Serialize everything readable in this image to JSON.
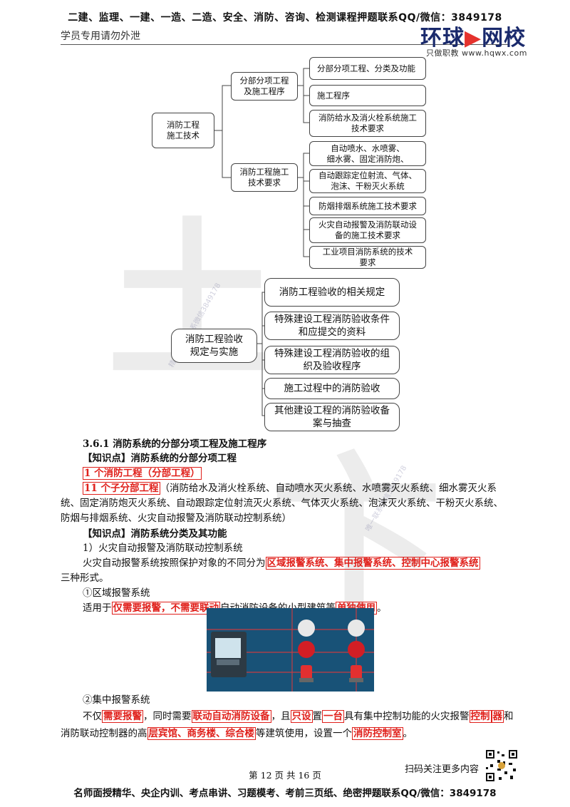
{
  "header": {
    "top_line": "二建、监理、一建、一造、二造、安全、消防、咨询、检测课程押题联系QQ/微信：3849178",
    "sub_left": "学员专用请勿外泄",
    "logo_text_a": "环球",
    "logo_text_b": "网校",
    "logo_sub": "只做职教  www.hqwx.com"
  },
  "mindmap1": {
    "root": "消防工程\n施工技术",
    "branch1": "分部分项工程\n及施工程序",
    "branch2": "消防工程施工\n技术要求",
    "leaves1": [
      "分部分项工程、分类及功能",
      "施工程序",
      "消防给水及消火栓系统施工\n技术要求"
    ],
    "leaves2": [
      "自动喷水、水喷雾、\n细水雾、固定消防炮、",
      "自动跟踪定位射流、气体、\n泡沫、干粉灭火系统",
      "防烟排烟系统施工技术要求",
      "火灾自动报警及消防联动设\n备的施工技术要求",
      "工业项目消防系统的技术\n要求"
    ]
  },
  "mindmap2": {
    "root": "消防工程验收\n规定与实施",
    "leaves": [
      "消防工程验收的相关规定",
      "特殊建设工程消防验收条件\n和应提交的资料",
      "特殊建设工程消防验收的组\n织及验收程序",
      "施工过程中的消防验收",
      "其他建设工程的消防验收备\n案与抽查"
    ]
  },
  "watermark": {
    "diag1": "精品课程请联系微信3849178",
    "diag2": "唯一联系微信3849178"
  },
  "body": {
    "section_title": "3.6.1 消防系统的分部分项工程及施工程序",
    "kp1": "【知识点】消防系统的分部分项工程",
    "item1": "1 个消防工程（分部工程）",
    "item2_red": "11 个子分部工程",
    "item2_rest": "（消防给水及消火栓系统、自动喷水灭火系统、水喷雾灭火系统、细水雾灭火系统、固定消防炮灭火系统、自动跟踪定位射流灭火系统、气体灭火系统、泡沫灭火系统、干粉灭火系统、防烟与排烟系统、火灾自动报警及消防联动控制系统）",
    "kp2": "【知识点】消防系统分类及其功能",
    "sub1": "1）火灾自动报警及消防联动控制系统",
    "p1_a": "火灾自动报警系统按照保护对象的不同分为",
    "p1_red": "区域报警系统、集中报警系统、控制中心报警系统",
    "p1_b": "三种形式。",
    "sub2": "①区域报警系统",
    "p2_a": "适用于",
    "p2_red1": "仅需要报警，不需要联动",
    "p2_b": "自动消防设备的小型建筑等",
    "p2_red2": "单独使用",
    "p2_c": "。",
    "sub3": "②集中报警系统",
    "p3_a": "不仅",
    "p3_red1": "需要报警",
    "p3_b": "，同时需要",
    "p3_red2": "联动自动消防设备",
    "p3_c": "，且",
    "p3_red3": "只设",
    "p3_d": "置",
    "p3_red4": "一台",
    "p3_e": "具有集中控制功能的火灾报警",
    "p3_red5": "控制",
    "p3_red6": "器",
    "p3_f": "和消防联动控制器的高",
    "p3_red7": "层宾馆、商务楼、综合楼",
    "p3_g": "等建筑使用，设置一个",
    "p3_red8": "消防控制室",
    "p3_h": "。"
  },
  "footer": {
    "scan": "扫码关注更多内容",
    "page": "第 12 页 共 16 页",
    "bottom": "名师面授精华、央企内训、考点串讲、习题模考、考前三页纸、绝密押题联系QQ/微信：3849178"
  },
  "colors": {
    "accent_red": "#e0201b",
    "logo_blue": "#1a2a6c"
  }
}
